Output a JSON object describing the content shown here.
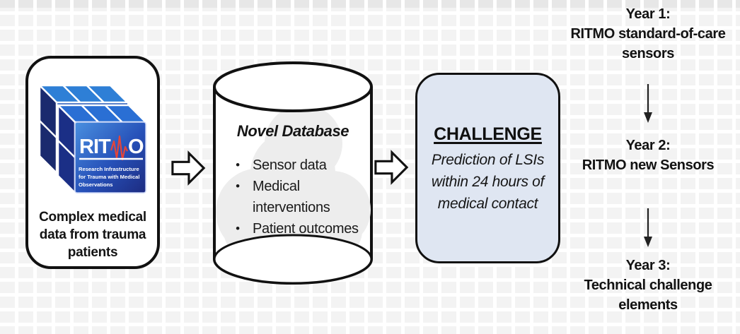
{
  "source": {
    "logo": {
      "brand_prefix": "RIT",
      "brand_suffix": "O",
      "tagline_lines": [
        "Research Infrastructure",
        "for Trauma with Medical",
        "Observations"
      ]
    },
    "caption": "Complex medical data from trauma patients"
  },
  "database": {
    "title": "Novel Database",
    "bullet": "•",
    "items": [
      "Sensor data",
      "Medical interventions",
      "Patient outcomes"
    ]
  },
  "challenge": {
    "heading": "CHALLENGE",
    "description": "Prediction of LSIs within 24 hours of medical contact"
  },
  "timeline": [
    {
      "year": "Year 1:",
      "detail": "RITMO standard-of-care sensors"
    },
    {
      "year": "Year 2:",
      "detail": "RITMO new Sensors"
    },
    {
      "year": "Year 3:",
      "detail": "Technical challenge elements"
    }
  ],
  "colors": {
    "challenge_fill": "#dfe6f2",
    "outline": "#111111",
    "logo_blue": "#2a6fd4",
    "logo_navy": "#1b2f86",
    "ecg_red": "#e2453a",
    "cloud_gray": "#ededed",
    "tile_gray": "#f3f3f3"
  }
}
